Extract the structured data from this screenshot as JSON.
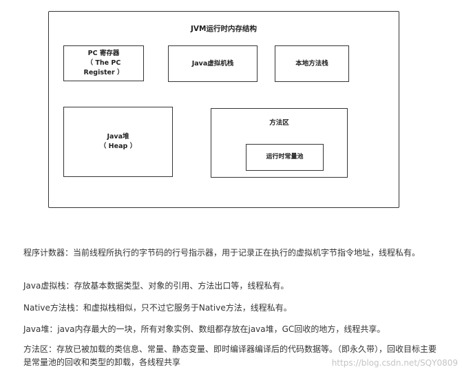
{
  "diagram": {
    "title": "JVM运行时内存结构",
    "pc_register": {
      "line1": "PC 寄存器",
      "line2": "（ The PC",
      "line3": "Register ）"
    },
    "vm_stack": "Java虚拟机栈",
    "native_stack": "本地方法栈",
    "heap": {
      "line1": "Java堆",
      "line2": "（ Heap ）"
    },
    "method_area": "方法区",
    "runtime_constant_pool": "运行时常量池"
  },
  "descriptions": {
    "pc": "程序计数器：当前线程所执行的字节码的行号指示器，用于记录正在执行的虚拟机字节指令地址，线程私有。",
    "vm_stack": "Java虚拟栈：存放基本数据类型、对象的引用、方法出口等，线程私有。",
    "native": "Native方法栈：和虚拟栈相似，只不过它服务于Native方法，线程私有。",
    "heap": "Java堆：java内存最大的一块，所有对象实例、数组都存放在java堆，GC回收的地方，线程共享。",
    "method": "方法区：存放已被加载的类信息、常量、静态变量、即时编译器编译后的代码数据等。（即永久带），回收目标主要是常量池的回收和类型的卸载，各线程共享"
  },
  "watermark": "https://blog.csdn.net/SQY0809"
}
